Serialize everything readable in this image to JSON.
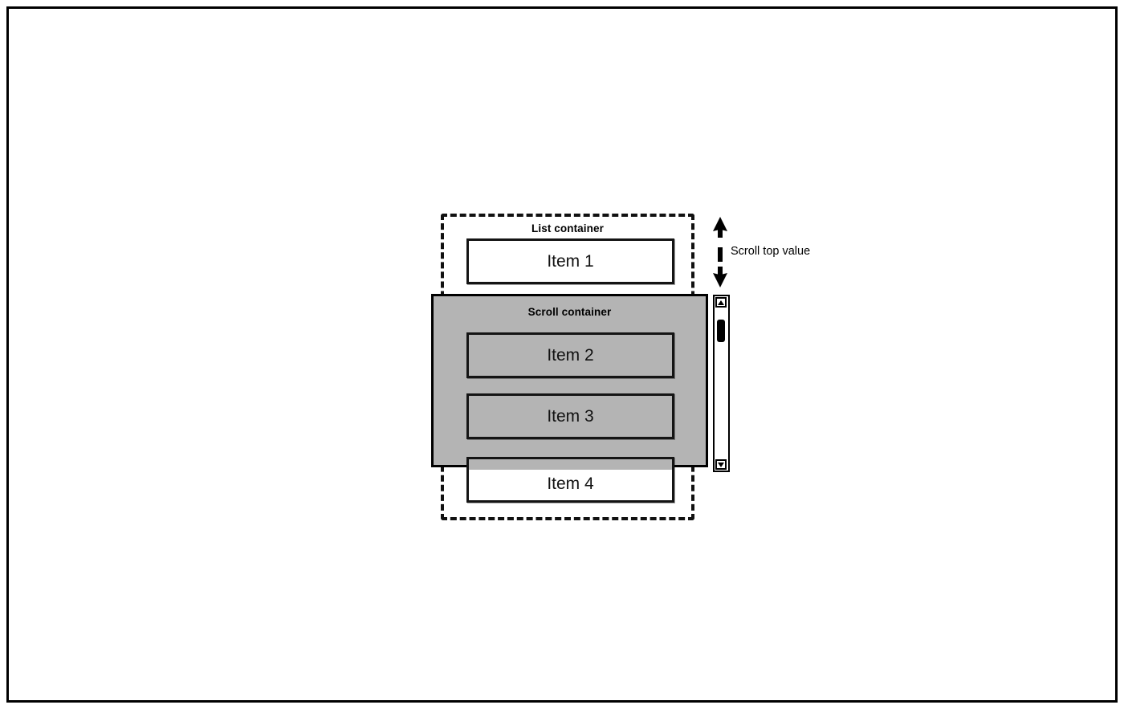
{
  "diagram": {
    "title": "Scroll container and list container diagram",
    "colors": {
      "stroke": "#000000",
      "scroll_container_fill": "#b4b4b4",
      "item_fill": "#ffffff",
      "page_background": "#ffffff"
    },
    "list_container": {
      "label": "List container",
      "border_style": "dashed"
    },
    "scroll_container": {
      "label": "Scroll container",
      "border_style": "solid",
      "fill": "#b4b4b4"
    },
    "items": [
      {
        "label": "Item 1",
        "state": "outside-scroll-container"
      },
      {
        "label": "Item 2",
        "state": "inside-scroll-container"
      },
      {
        "label": "Item 3",
        "state": "inside-scroll-container"
      },
      {
        "label": "Item 4",
        "state": "clipped-at-scroll-container-bottom-edge"
      }
    ],
    "scroll_top_indicator": {
      "label": "Scroll top value",
      "icon": "double-headed-vertical-arrow-icon"
    },
    "scrollbar": {
      "up_button_icon": "triangle-up-icon",
      "down_button_icon": "triangle-down-icon",
      "thumb_icon": "scrollbar-thumb",
      "thumb_position": "near-top"
    }
  }
}
